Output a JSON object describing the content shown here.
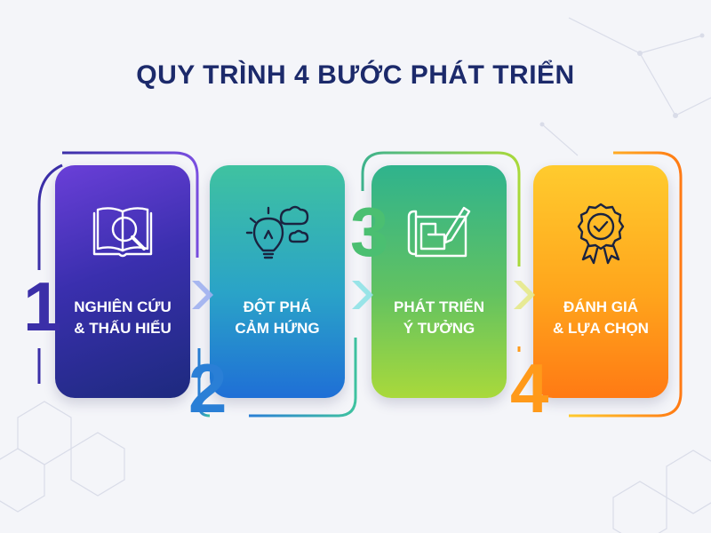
{
  "title": "QUY TRÌNH 4 BƯỚC PHÁT TRIỂN",
  "steps": [
    {
      "number": "1",
      "line1": "NGHIÊN CỨU",
      "line2": "& THẤU HIỂU",
      "icon": "book-magnifier-icon"
    },
    {
      "number": "2",
      "line1": "ĐỘT PHÁ",
      "line2": "CẢM HỨNG",
      "icon": "lightbulb-cloud-icon"
    },
    {
      "number": "3",
      "line1": "PHÁT TRIỂN",
      "line2": "Ý TƯỞNG",
      "icon": "blueprint-pencil-icon"
    },
    {
      "number": "4",
      "line1": "ĐÁNH GIÁ",
      "line2": "& LỰA CHỌN",
      "icon": "award-badge-icon"
    }
  ],
  "colors": {
    "title": "#1c2a6b",
    "step1": "#3b2fa8",
    "step2": "#2a7fd6",
    "step3": "#4bbf71",
    "step4": "#ff9a1a"
  }
}
